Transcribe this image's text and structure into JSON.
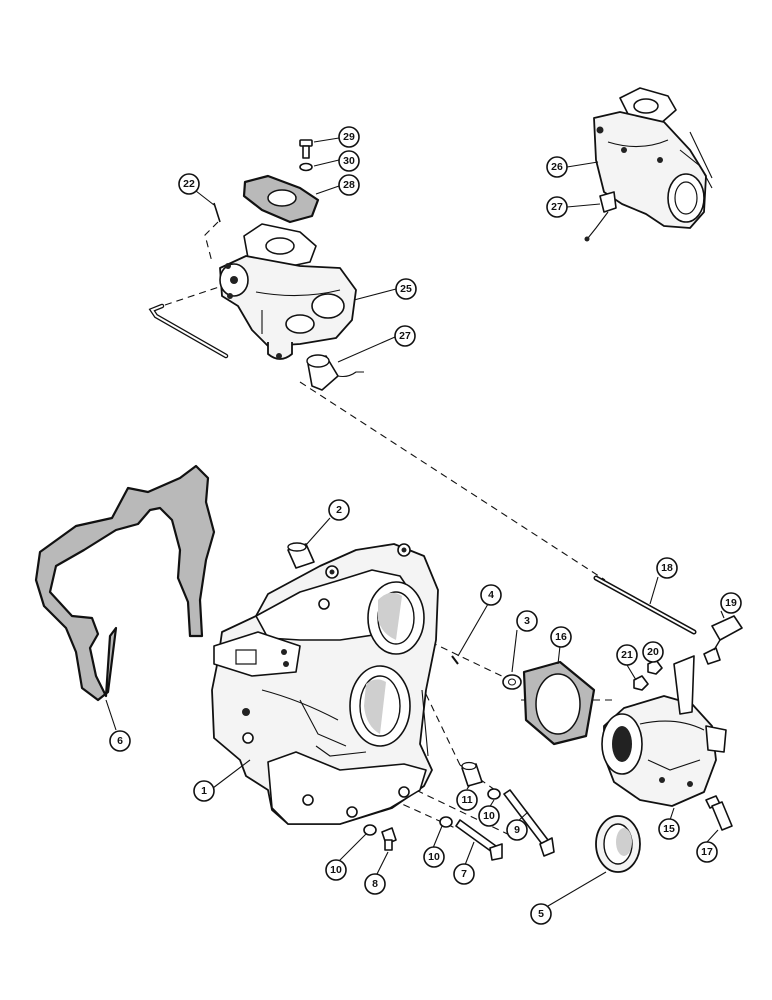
{
  "callouts": [
    {
      "id": "c29",
      "label": "29"
    },
    {
      "id": "c30",
      "label": "30"
    },
    {
      "id": "c28",
      "label": "28"
    },
    {
      "id": "c22",
      "label": "22"
    },
    {
      "id": "c25",
      "label": "25"
    },
    {
      "id": "c27a",
      "label": "27"
    },
    {
      "id": "c26",
      "label": "26"
    },
    {
      "id": "c27b",
      "label": "27"
    },
    {
      "id": "c2",
      "label": "2"
    },
    {
      "id": "c4",
      "label": "4"
    },
    {
      "id": "c3",
      "label": "3"
    },
    {
      "id": "c16",
      "label": "16"
    },
    {
      "id": "c18",
      "label": "18"
    },
    {
      "id": "c19",
      "label": "19"
    },
    {
      "id": "c21",
      "label": "21"
    },
    {
      "id": "c20",
      "label": "20"
    },
    {
      "id": "c6",
      "label": "6"
    },
    {
      "id": "c1",
      "label": "1"
    },
    {
      "id": "c11",
      "label": "11"
    },
    {
      "id": "c10a",
      "label": "10"
    },
    {
      "id": "c9",
      "label": "9"
    },
    {
      "id": "c15",
      "label": "15"
    },
    {
      "id": "c17",
      "label": "17"
    },
    {
      "id": "c10b",
      "label": "10"
    },
    {
      "id": "c8",
      "label": "8"
    },
    {
      "id": "c10c",
      "label": "10"
    },
    {
      "id": "c7",
      "label": "7"
    },
    {
      "id": "c5",
      "label": "5"
    }
  ]
}
